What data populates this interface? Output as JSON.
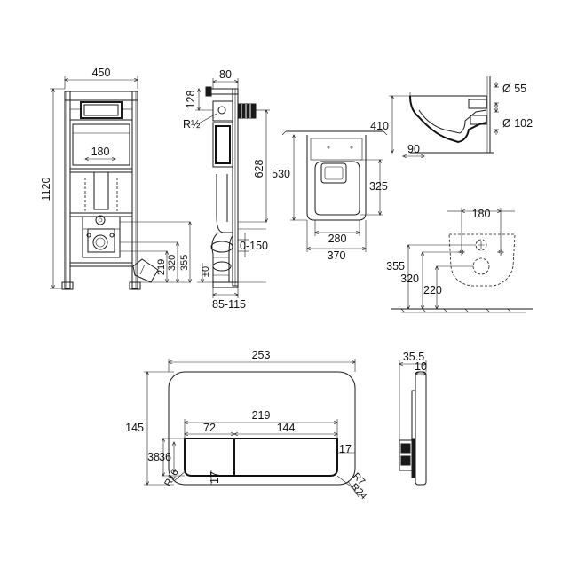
{
  "frame_front": {
    "width": "450",
    "height": "1120",
    "inner_width": "180",
    "h_219": "219",
    "h_320": "320",
    "h_355": "355"
  },
  "frame_side": {
    "depth": "80",
    "top_offset": "128",
    "thread": "R½",
    "height_628": "628",
    "range_0_150": "0-150",
    "zero": "±0",
    "range_85_115": "85-115"
  },
  "bowl_top": {
    "length": "530",
    "seat": "325",
    "width_280": "280",
    "width_370": "370"
  },
  "bowl_side": {
    "height": "410",
    "offset": "90",
    "dia_55": "Ø 55",
    "dia_102": "Ø 102"
  },
  "wall_holes": {
    "spacing": "180",
    "h_355": "355",
    "h_320": "320",
    "h_220": "220"
  },
  "plate_front": {
    "width": "253",
    "height": "145",
    "buttons_width": "219",
    "button_small": "72",
    "button_large": "144",
    "h_38": "38",
    "h_36": "36",
    "r16": "R16",
    "d17_bottom": "17",
    "d17_right": "17",
    "r7": "R7",
    "r24": "R24"
  },
  "plate_side": {
    "depth": "35.5",
    "thickness": "10"
  }
}
